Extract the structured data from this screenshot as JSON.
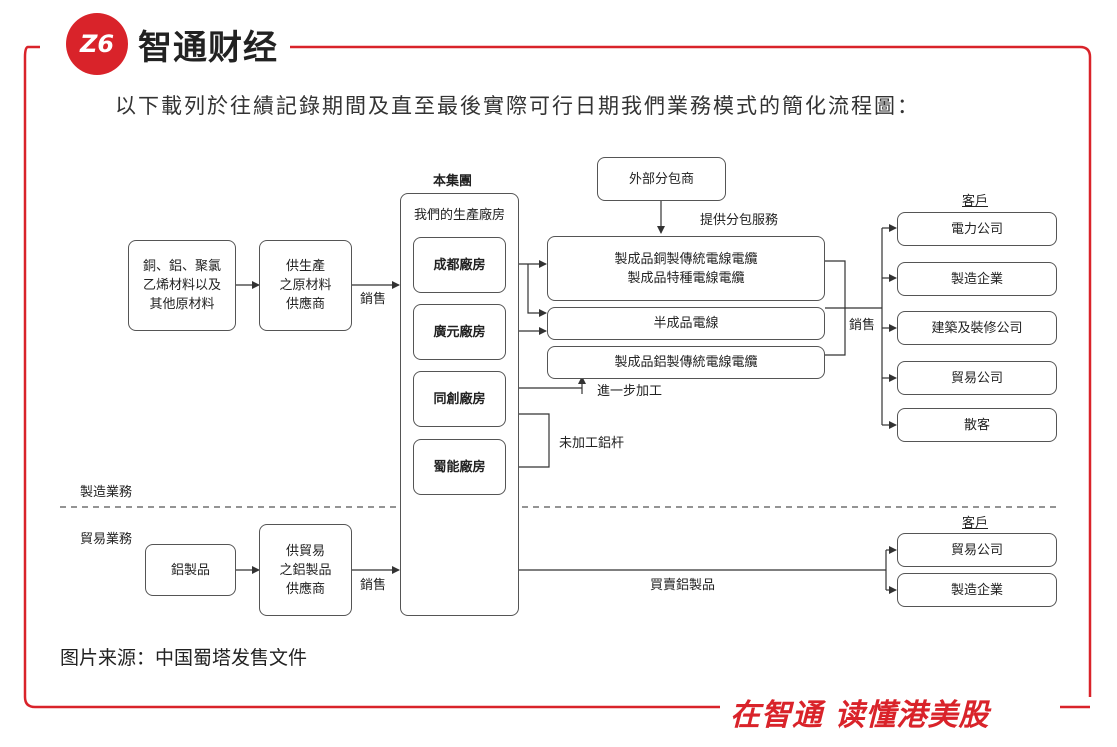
{
  "brand": {
    "logo_mark": "Z6",
    "name": "智通财经",
    "slogan": "在智通 读懂港美股",
    "accent": "#d9232a"
  },
  "intro": "以下載列於往績記錄期間及直至最後實際可行日期我們業務模式的簡化流程圖：",
  "source": "图片来源：中国蜀塔发售文件",
  "diagram": {
    "section_manufacturing": "製造業務",
    "section_trading": "貿易業務",
    "raw_materials": "銅、鋁、聚氯\n乙烯材料以及\n其他原材料",
    "raw_supplier": "供生產\n之原材料\n供應商",
    "sales_1": "銷售",
    "group_title": "本集團",
    "our_factories": "我們的生產廠房",
    "factories": [
      "成都廠房",
      "廣元廠房",
      "同創廠房",
      "蜀能廠房"
    ],
    "subcontractor": "外部分包商",
    "subcontract_service": "提供分包服務",
    "products": [
      "製成品銅製傳統電線電纜\n製成品特種電線電纜",
      "半成品電線",
      "製成品鋁製傳統電線電纜"
    ],
    "further_processing": "進一步加工",
    "raw_aluminium_rod": "未加工鋁杆",
    "sales_2": "銷售",
    "customers_title": "客戶",
    "customers": [
      "電力公司",
      "製造企業",
      "建築及裝修公司",
      "貿易公司",
      "散客"
    ],
    "aluminium_products": "鋁製品",
    "trade_supplier": "供貿易\n之鋁製品\n供應商",
    "sales_3": "銷售",
    "buy_sell": "買賣鋁製品",
    "customers_title_2": "客戶",
    "customers_2": [
      "貿易公司",
      "製造企業"
    ]
  }
}
